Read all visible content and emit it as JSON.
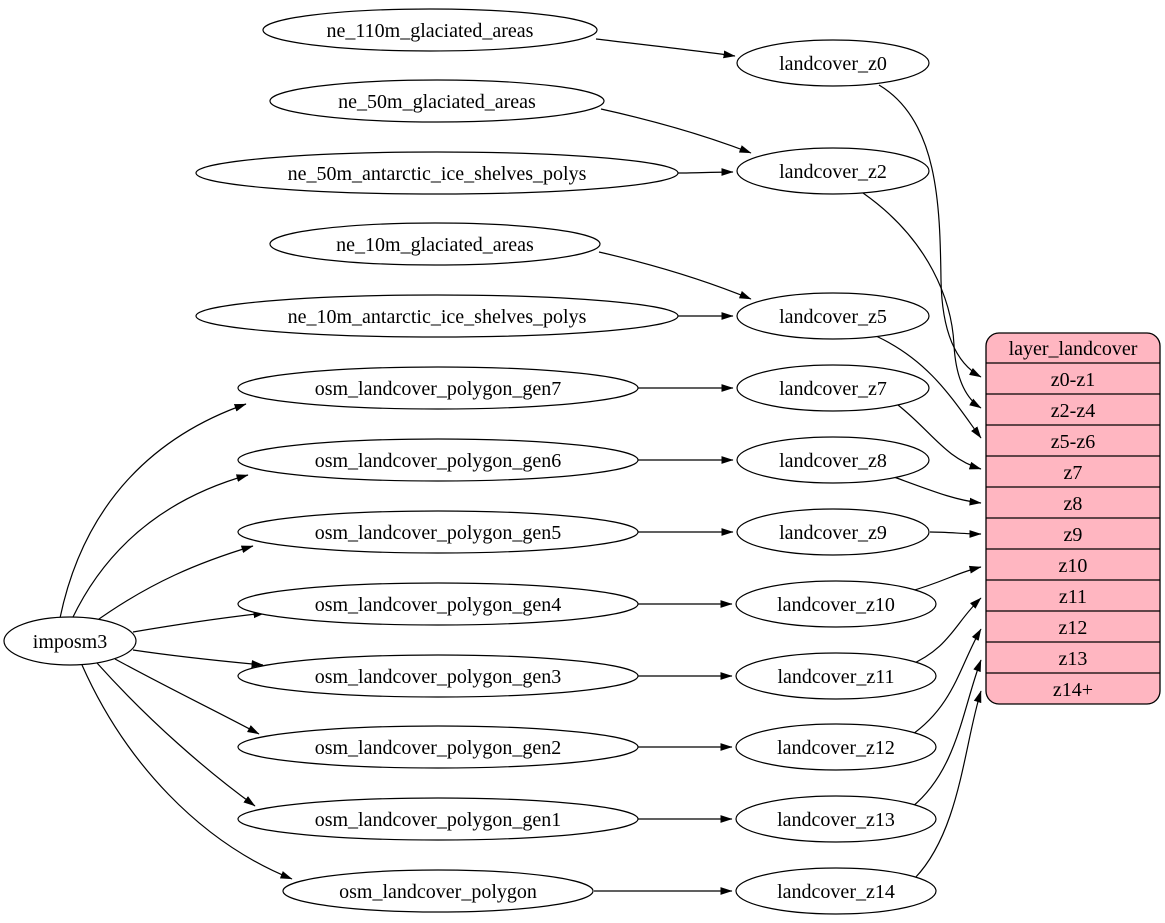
{
  "diagram": {
    "background": "#ffffff",
    "stroke_color": "#000000",
    "node_fill": "#ffffff",
    "record_fill": "#ffb6c1"
  },
  "nodes": [
    {
      "id": "imposm3",
      "label": "imposm3"
    },
    {
      "id": "ne_110m_glaciated_areas",
      "label": "ne_110m_glaciated_areas"
    },
    {
      "id": "ne_50m_glaciated_areas",
      "label": "ne_50m_glaciated_areas"
    },
    {
      "id": "ne_50m_antarctic_ice_shelves_polys",
      "label": "ne_50m_antarctic_ice_shelves_polys"
    },
    {
      "id": "ne_10m_glaciated_areas",
      "label": "ne_10m_glaciated_areas"
    },
    {
      "id": "ne_10m_antarctic_ice_shelves_polys",
      "label": "ne_10m_antarctic_ice_shelves_polys"
    },
    {
      "id": "osm_landcover_polygon_gen7",
      "label": "osm_landcover_polygon_gen7"
    },
    {
      "id": "osm_landcover_polygon_gen6",
      "label": "osm_landcover_polygon_gen6"
    },
    {
      "id": "osm_landcover_polygon_gen5",
      "label": "osm_landcover_polygon_gen5"
    },
    {
      "id": "osm_landcover_polygon_gen4",
      "label": "osm_landcover_polygon_gen4"
    },
    {
      "id": "osm_landcover_polygon_gen3",
      "label": "osm_landcover_polygon_gen3"
    },
    {
      "id": "osm_landcover_polygon_gen2",
      "label": "osm_landcover_polygon_gen2"
    },
    {
      "id": "osm_landcover_polygon_gen1",
      "label": "osm_landcover_polygon_gen1"
    },
    {
      "id": "osm_landcover_polygon",
      "label": "osm_landcover_polygon"
    },
    {
      "id": "landcover_z0",
      "label": "landcover_z0"
    },
    {
      "id": "landcover_z2",
      "label": "landcover_z2"
    },
    {
      "id": "landcover_z5",
      "label": "landcover_z5"
    },
    {
      "id": "landcover_z7",
      "label": "landcover_z7"
    },
    {
      "id": "landcover_z8",
      "label": "landcover_z8"
    },
    {
      "id": "landcover_z9",
      "label": "landcover_z9"
    },
    {
      "id": "landcover_z10",
      "label": "landcover_z10"
    },
    {
      "id": "landcover_z11",
      "label": "landcover_z11"
    },
    {
      "id": "landcover_z12",
      "label": "landcover_z12"
    },
    {
      "id": "landcover_z13",
      "label": "landcover_z13"
    },
    {
      "id": "landcover_z14",
      "label": "landcover_z14"
    }
  ],
  "record": {
    "id": "layer_landcover",
    "title": "layer_landcover",
    "rows": [
      "z0-z1",
      "z2-z4",
      "z5-z6",
      "z7",
      "z8",
      "z9",
      "z10",
      "z11",
      "z12",
      "z13",
      "z14+"
    ]
  },
  "edges": [
    [
      "ne_110m_glaciated_areas",
      "landcover_z0"
    ],
    [
      "ne_50m_glaciated_areas",
      "landcover_z2"
    ],
    [
      "ne_50m_antarctic_ice_shelves_polys",
      "landcover_z2"
    ],
    [
      "ne_10m_glaciated_areas",
      "landcover_z5"
    ],
    [
      "ne_10m_antarctic_ice_shelves_polys",
      "landcover_z5"
    ],
    [
      "imposm3",
      "osm_landcover_polygon_gen7"
    ],
    [
      "imposm3",
      "osm_landcover_polygon_gen6"
    ],
    [
      "imposm3",
      "osm_landcover_polygon_gen5"
    ],
    [
      "imposm3",
      "osm_landcover_polygon_gen4"
    ],
    [
      "imposm3",
      "osm_landcover_polygon_gen3"
    ],
    [
      "imposm3",
      "osm_landcover_polygon_gen2"
    ],
    [
      "imposm3",
      "osm_landcover_polygon_gen1"
    ],
    [
      "imposm3",
      "osm_landcover_polygon"
    ],
    [
      "osm_landcover_polygon_gen7",
      "landcover_z7"
    ],
    [
      "osm_landcover_polygon_gen6",
      "landcover_z8"
    ],
    [
      "osm_landcover_polygon_gen5",
      "landcover_z9"
    ],
    [
      "osm_landcover_polygon_gen4",
      "landcover_z10"
    ],
    [
      "osm_landcover_polygon_gen3",
      "landcover_z11"
    ],
    [
      "osm_landcover_polygon_gen2",
      "landcover_z12"
    ],
    [
      "osm_landcover_polygon_gen1",
      "landcover_z13"
    ],
    [
      "osm_landcover_polygon",
      "landcover_z14"
    ],
    [
      "landcover_z0",
      "layer_landcover:z0-z1"
    ],
    [
      "landcover_z2",
      "layer_landcover:z2-z4"
    ],
    [
      "landcover_z5",
      "layer_landcover:z5-z6"
    ],
    [
      "landcover_z7",
      "layer_landcover:z7"
    ],
    [
      "landcover_z8",
      "layer_landcover:z8"
    ],
    [
      "landcover_z9",
      "layer_landcover:z9"
    ],
    [
      "landcover_z10",
      "layer_landcover:z10"
    ],
    [
      "landcover_z11",
      "layer_landcover:z11"
    ],
    [
      "landcover_z12",
      "layer_landcover:z12"
    ],
    [
      "landcover_z13",
      "layer_landcover:z13"
    ],
    [
      "landcover_z14",
      "layer_landcover:z14+"
    ]
  ]
}
